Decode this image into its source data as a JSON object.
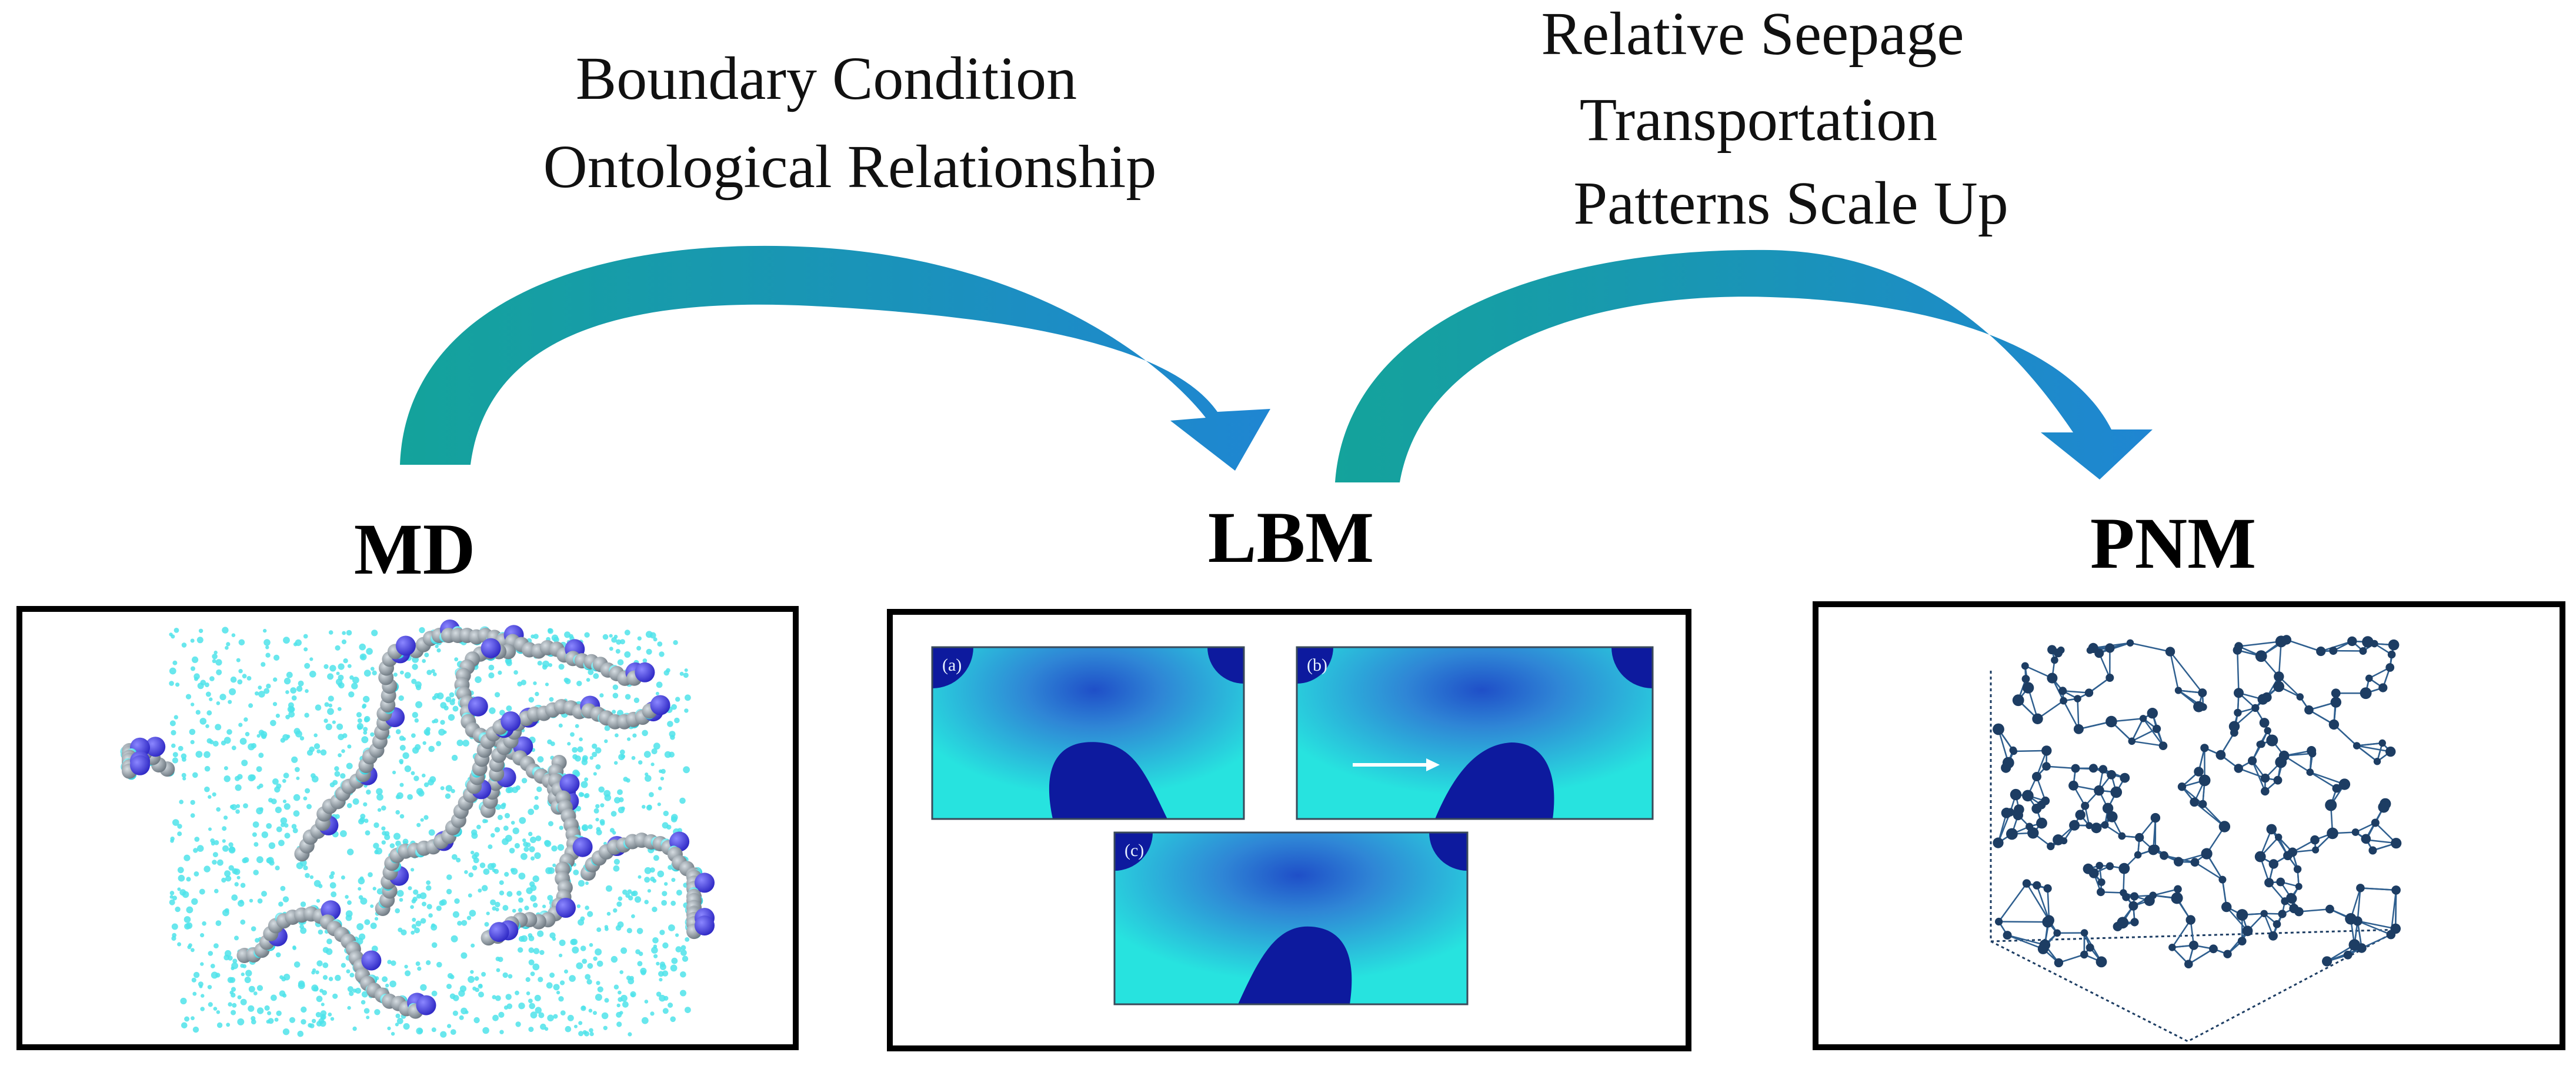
{
  "arrows": [
    {
      "id": "md-to-lbm",
      "label_lines": [
        "Boundary Condition",
        "Ontological Relationship"
      ]
    },
    {
      "id": "lbm-to-pnm",
      "label_lines": [
        "Relative Seepage",
        "Transportation",
        "Patterns Scale Up"
      ]
    }
  ],
  "stages": [
    {
      "id": "md",
      "label": "MD"
    },
    {
      "id": "lbm",
      "label": "LBM"
    },
    {
      "id": "pnm",
      "label": "PNM"
    }
  ],
  "lbm_panels": [
    {
      "id": "a",
      "tag": "(a)"
    },
    {
      "id": "b",
      "tag": "(b)"
    },
    {
      "id": "c",
      "tag": "(c)"
    }
  ],
  "colors": {
    "arrow_start": "#14a39b",
    "arrow_end": "#1f86d2",
    "water": "#4fe3ea",
    "carbon": "#8e9aa3",
    "nitrogen": "#3a34d8",
    "lbm_light": "#27e3df",
    "lbm_mid": "#2f86d6",
    "lbm_dark": "#0d1a9e",
    "pnm_node": "#1d3d63",
    "pnm_edge": "#2f5f8f"
  }
}
